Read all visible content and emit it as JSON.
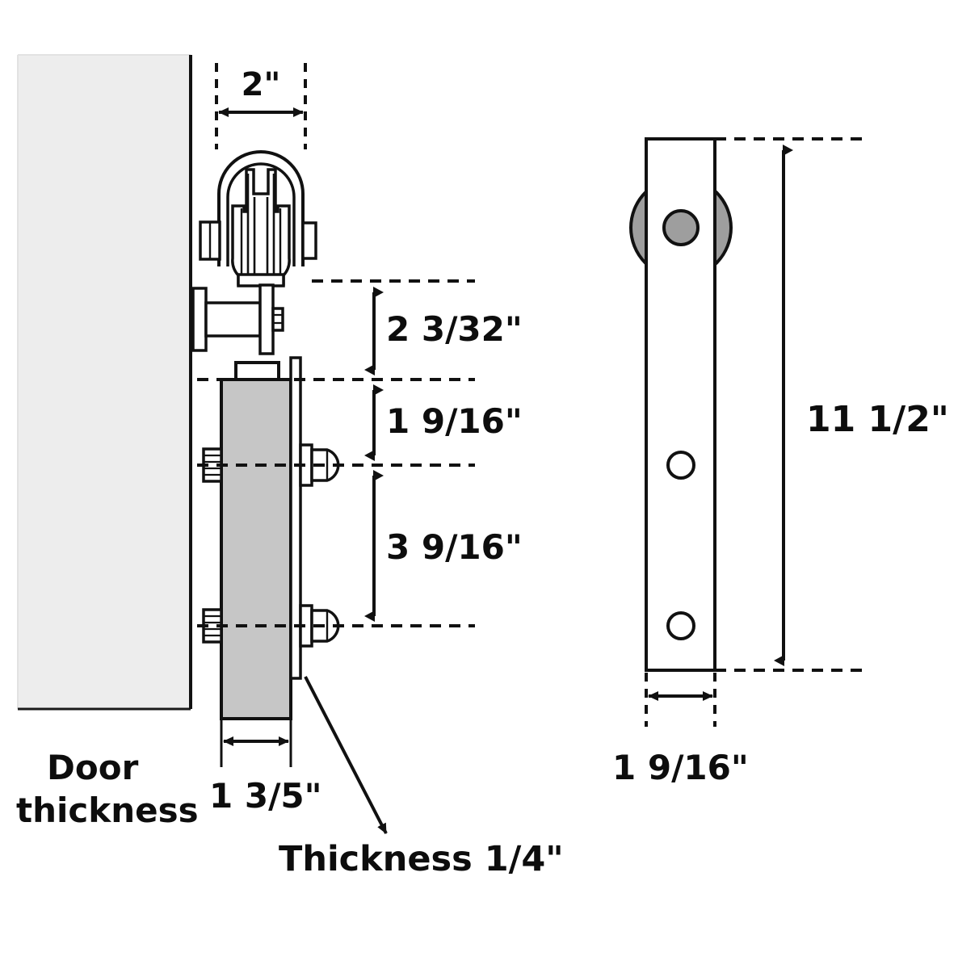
{
  "drawing": {
    "title": "Sliding barn door hanger roller dimension drawing",
    "background_color": "#ffffff",
    "line_color": "#111111",
    "door_fill": "#ededed",
    "strap_fill": "#c6c6c6",
    "wheel_fill": "#9e9e9e"
  },
  "labels": {
    "width_2in": "2\"",
    "gap_2_3_32": "2  3/32\"",
    "gap_1_9_16": "1  9/16\"",
    "gap_3_9_16": "3  9/16\"",
    "door_thickness_line1": "Door",
    "door_thickness_line2": "thickness",
    "strap_width_1_3_5": "1  3/5\"",
    "thickness_callout": "Thickness 1/4\"",
    "overall_height_11_1_2": "11  1/2\"",
    "strap_width_1_9_16": "1  9/16\""
  },
  "dimensions": {
    "roller_width": "2\"",
    "roller_bottom_to_strap_top": "2  3/32\"",
    "strap_top_to_first_bolt": "1  9/16\"",
    "first_bolt_to_second_bolt": "3  9/16\"",
    "strap_face_width": "1  3/5\"",
    "strap_material_thickness": "1/4\"",
    "strap_overall_length": "11  1/2\"",
    "strap_side_width": "1  9/16\""
  },
  "views": {
    "left_view_name": "side-section-view",
    "right_view_name": "front-elevation-view"
  }
}
